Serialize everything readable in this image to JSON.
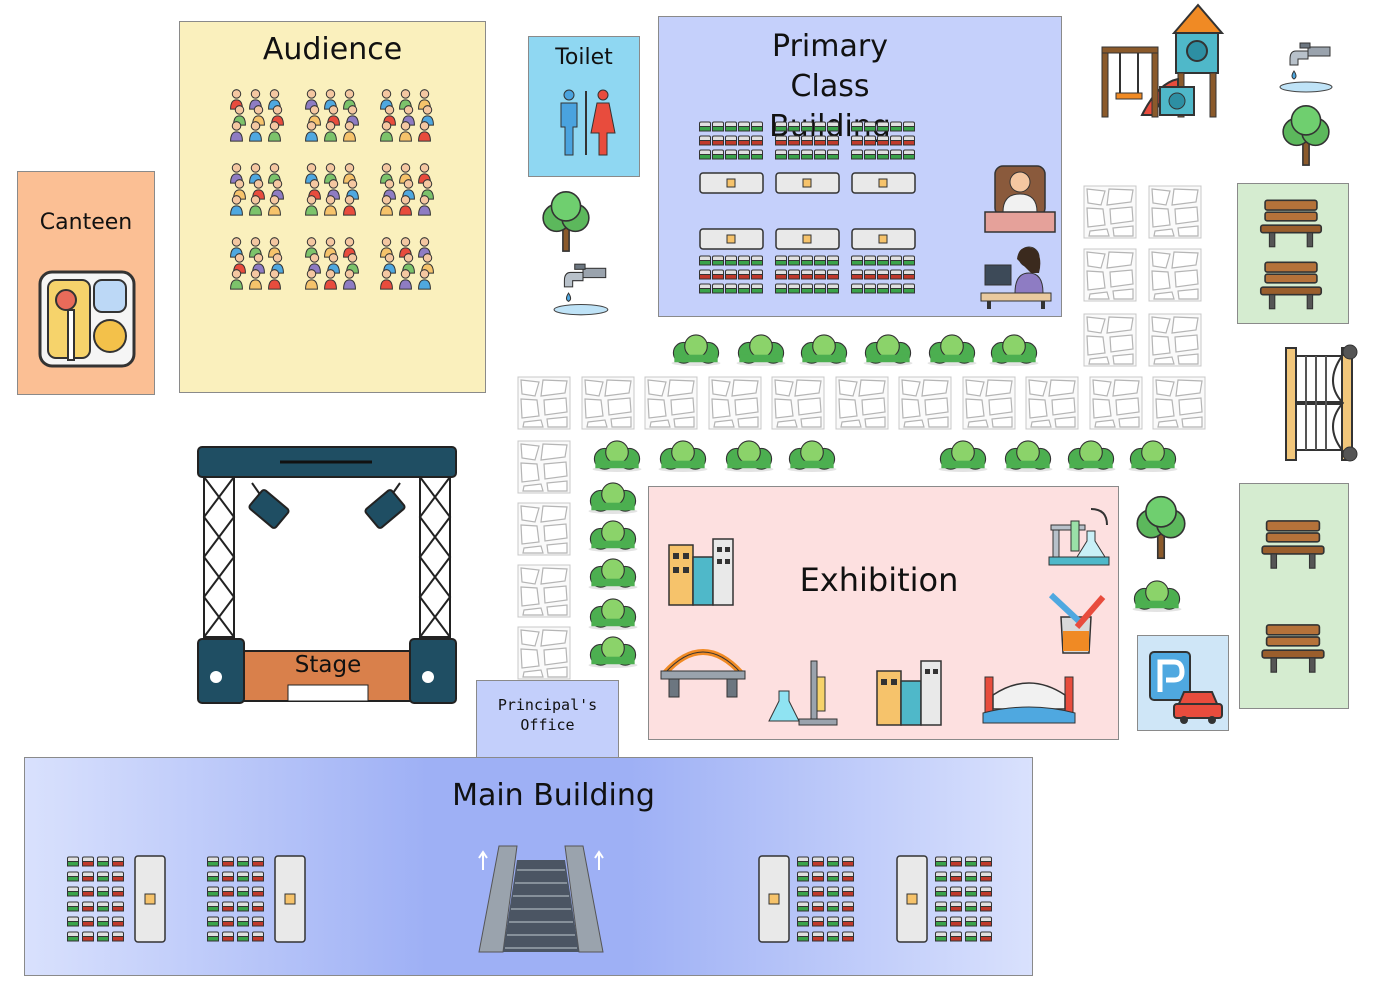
{
  "zones": {
    "canteen": {
      "label": "Canteen",
      "color": "#fbbf94"
    },
    "audience": {
      "label": "Audience",
      "color": "#faf0bd"
    },
    "toilet": {
      "label": "Toilet",
      "color": "#8fd7f2"
    },
    "primary_class": {
      "label": "Primary Class Building",
      "color": "#c5d0fb"
    },
    "stage": {
      "label": "Stage"
    },
    "principal_office": {
      "label": "Principal's Office",
      "color": "#c3cffb"
    },
    "exhibition": {
      "label": "Exhibition",
      "color": "#fde0e0"
    },
    "main_building": {
      "label": "Main Building",
      "color": "#a9b8f6"
    },
    "bench_area_top": {
      "color": "#d5ecd0"
    },
    "bench_area_bottom": {
      "color": "#d5ecd0"
    },
    "parking": {
      "color": "#cfe6f7"
    }
  },
  "icons": {
    "crowd": "crowd-icon",
    "tray": "food-tray-icon",
    "restroom": "restroom-sign-icon",
    "tree": "tree-icon",
    "tap": "water-tap-icon",
    "desk": "desk-row-icon",
    "teacher": "teacher-icon",
    "computer": "computer-desk-icon",
    "bush": "bush-icon",
    "paving": "stone-paving-icon",
    "bench": "bench-icon",
    "gate": "gate-icon",
    "playground": "playground-icon",
    "parking": "parking-icon",
    "escalator": "escalator-icon"
  }
}
